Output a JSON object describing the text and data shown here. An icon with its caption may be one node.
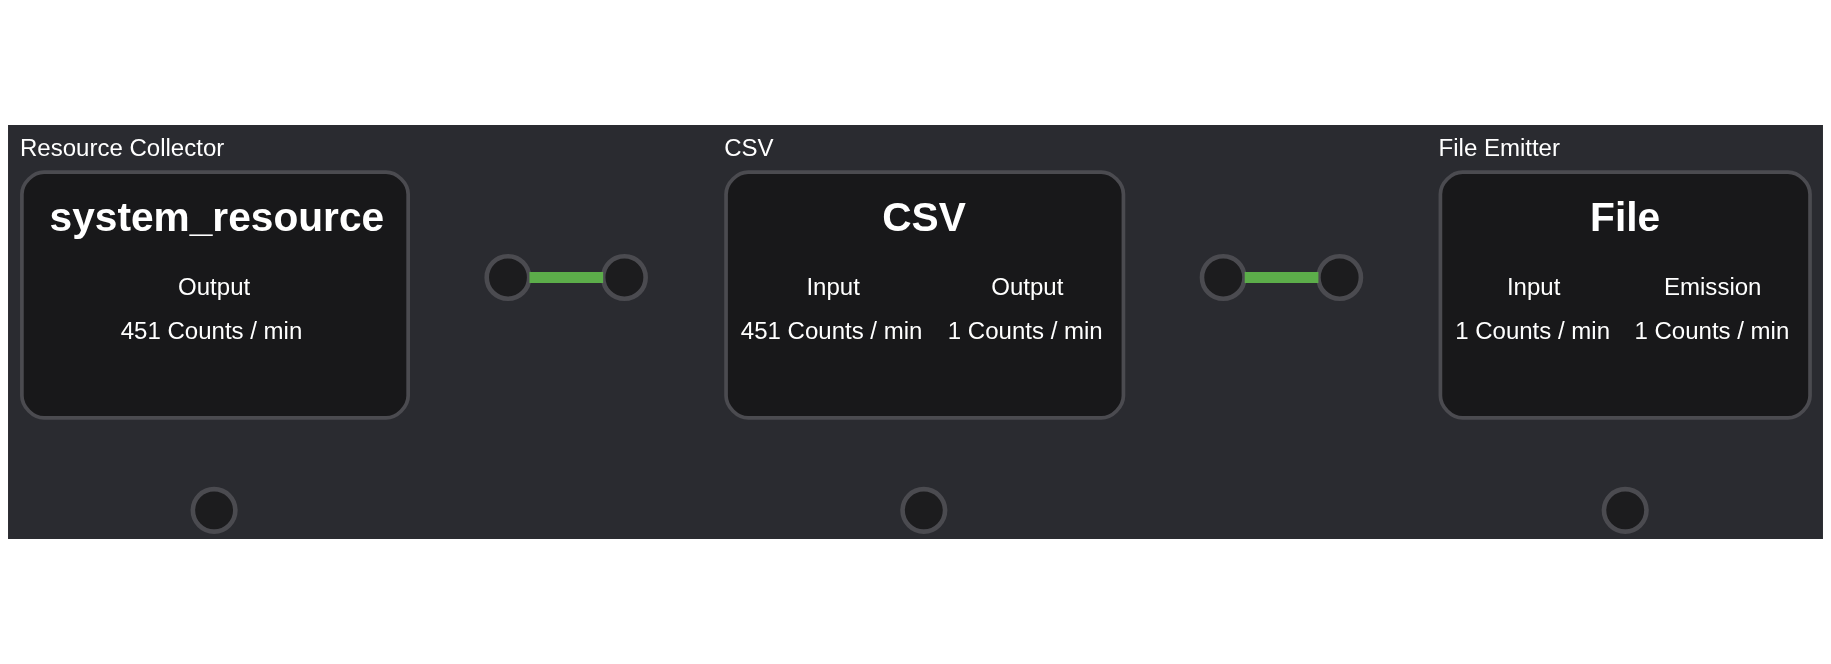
{
  "diagram": {
    "nodes": [
      {
        "text": [
          "Resource Collector",
          "system_resource",
          "Output",
          "451 Counts / min"
        ]
      },
      {
        "text": [],
        "shape": "circle"
      },
      {
        "text": [],
        "shape": "circle"
      },
      {
        "text": [],
        "shape": "circle"
      },
      {
        "text": [
          "CSV",
          "CSV",
          "Input",
          "451 Counts / min",
          "Output",
          "1 Counts / min"
        ]
      },
      {
        "text": [],
        "shape": "circle"
      },
      {
        "text": [],
        "shape": "circle"
      },
      {
        "text": [],
        "shape": "circle"
      },
      {
        "text": [
          "File Emitter",
          "File",
          "Input",
          "1 Counts / min",
          "Emission",
          "1 Counts / min"
        ]
      },
      {
        "text": [],
        "shape": "circle"
      }
    ],
    "edges": [
      {
        "from": 1,
        "to": 3,
        "arrow": "none"
      },
      {
        "from": 5,
        "to": 7,
        "arrow": "none"
      }
    ]
  }
}
